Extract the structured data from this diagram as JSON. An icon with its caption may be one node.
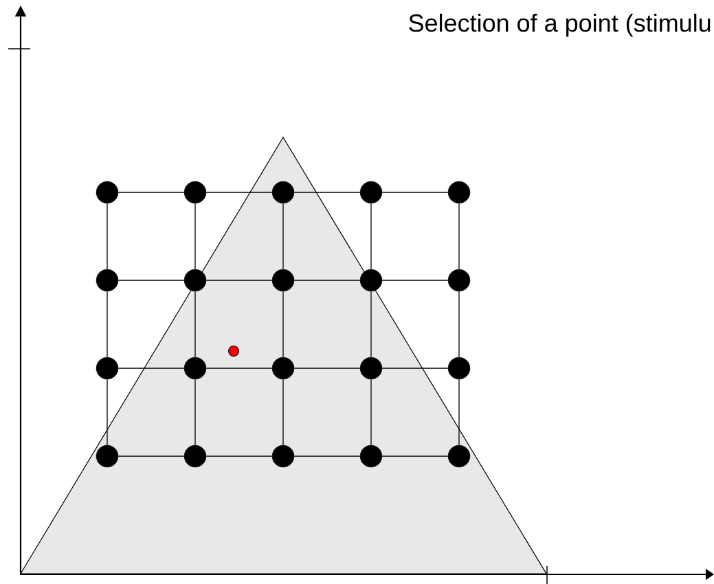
{
  "diagram": {
    "title": "Selection of a point (stimulu",
    "nodes": [
      {
        "text": [],
        "shape": "circle"
      },
      {
        "text": [],
        "shape": "circle"
      },
      {
        "text": [],
        "shape": "circle"
      },
      {
        "text": [],
        "shape": "circle"
      },
      {
        "text": [],
        "shape": "circle"
      },
      {
        "text": [],
        "shape": "circle"
      },
      {
        "text": [],
        "shape": "circle"
      },
      {
        "text": [],
        "shape": "circle"
      },
      {
        "text": [],
        "shape": "circle"
      },
      {
        "text": [],
        "shape": "circle"
      },
      {
        "text": [],
        "shape": "circle"
      },
      {
        "text": [],
        "shape": "circle"
      },
      {
        "text": [],
        "shape": "circle"
      },
      {
        "text": [],
        "shape": "circle"
      },
      {
        "text": [],
        "shape": "circle"
      },
      {
        "text": [],
        "shape": "circle"
      },
      {
        "text": [],
        "shape": "circle"
      },
      {
        "text": [],
        "shape": "circle"
      },
      {
        "text": [],
        "shape": "circle"
      },
      {
        "text": [],
        "shape": "circle"
      },
      {
        "text": [],
        "shape": "point"
      }
    ],
    "edges": [
      {
        "from": 0,
        "to": 1,
        "arrow": "none"
      },
      {
        "from": 1,
        "to": 2,
        "arrow": "none"
      },
      {
        "from": 2,
        "to": 3,
        "arrow": "none"
      },
      {
        "from": 3,
        "to": 4,
        "arrow": "none"
      },
      {
        "from": 0,
        "to": 5,
        "arrow": "none"
      },
      {
        "from": 1,
        "to": 6,
        "arrow": "none"
      },
      {
        "from": 2,
        "to": 7,
        "arrow": "none"
      },
      {
        "from": 3,
        "to": 8,
        "arrow": "none"
      },
      {
        "from": 4,
        "to": 9,
        "arrow": "none"
      },
      {
        "from": 5,
        "to": 6,
        "arrow": "none"
      },
      {
        "from": 6,
        "to": 7,
        "arrow": "none"
      },
      {
        "from": 7,
        "to": 8,
        "arrow": "none"
      },
      {
        "from": 8,
        "to": 9,
        "arrow": "none"
      },
      {
        "from": 5,
        "to": 10,
        "arrow": "none"
      },
      {
        "from": 6,
        "to": 11,
        "arrow": "none"
      },
      {
        "from": 7,
        "to": 12,
        "arrow": "none"
      },
      {
        "from": 8,
        "to": 13,
        "arrow": "none"
      },
      {
        "from": 9,
        "to": 14,
        "arrow": "none"
      },
      {
        "from": 10,
        "to": 11,
        "arrow": "none"
      },
      {
        "from": 11,
        "to": 12,
        "arrow": "none"
      },
      {
        "from": 12,
        "to": 13,
        "arrow": "none"
      },
      {
        "from": 13,
        "to": 14,
        "arrow": "none"
      },
      {
        "from": 10,
        "to": 15,
        "arrow": "none"
      },
      {
        "from": 11,
        "to": 16,
        "arrow": "none"
      },
      {
        "from": 12,
        "to": 17,
        "arrow": "none"
      },
      {
        "from": 13,
        "to": 18,
        "arrow": "none"
      },
      {
        "from": 14,
        "to": 19,
        "arrow": "none"
      },
      {
        "from": 15,
        "to": 16,
        "arrow": "none"
      },
      {
        "from": 16,
        "to": 17,
        "arrow": "none"
      },
      {
        "from": 17,
        "to": 18,
        "arrow": "none"
      },
      {
        "from": 18,
        "to": 19,
        "arrow": "none"
      }
    ]
  }
}
